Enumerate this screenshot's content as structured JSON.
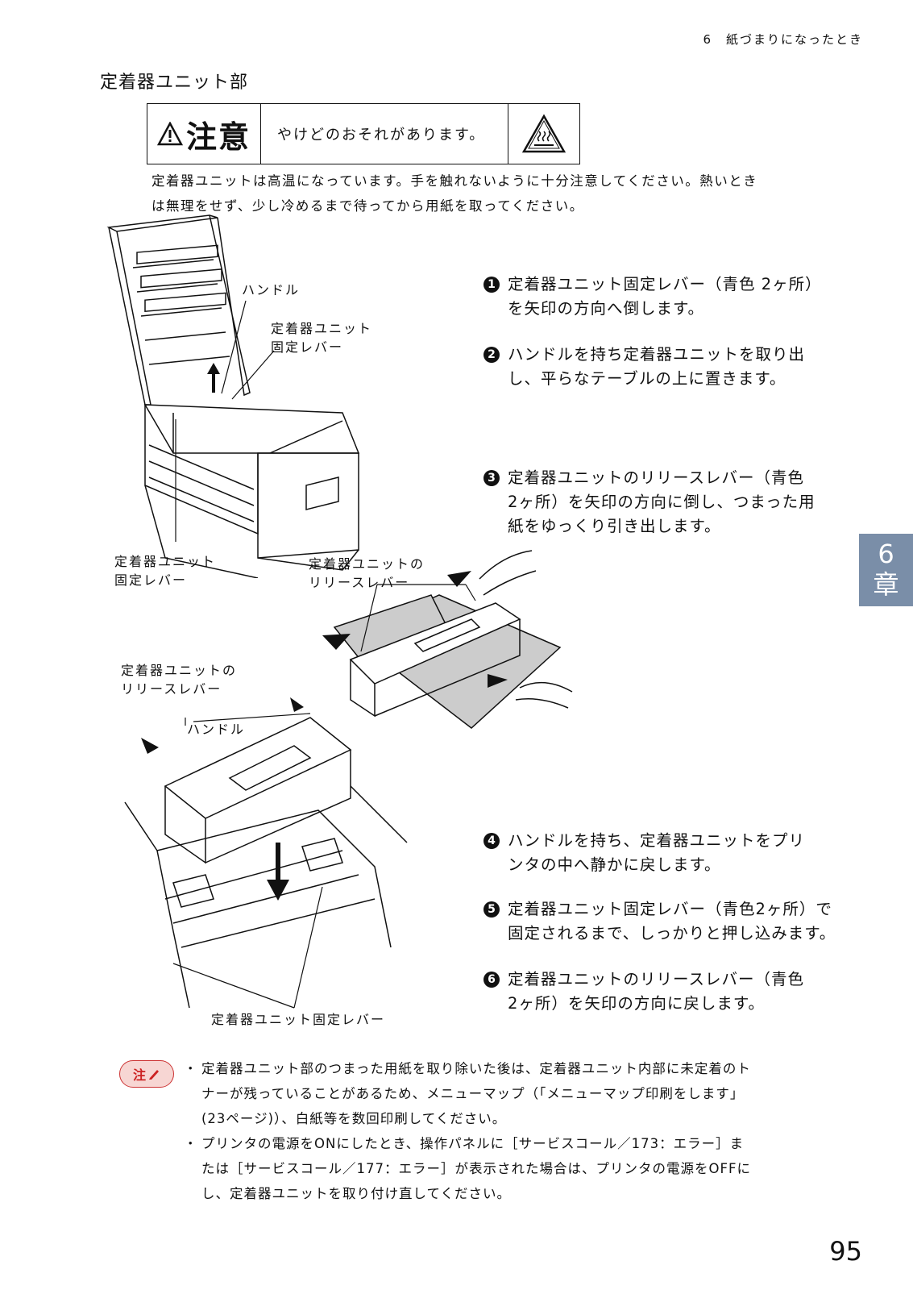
{
  "header": {
    "chapter": "6　紙づまりになったとき"
  },
  "section_title": "定着器ユニット部",
  "caution": {
    "label": "注意",
    "message": "やけどのおそれがあります。",
    "warning_icon": "warning-triangle-icon",
    "hot_surface_icon": "hot-surface-icon"
  },
  "caution_text": [
    "定着器ユニットは高温になっています。手を触れないように十分注意してください。熱いとき",
    "は無理をせず、少し冷めるまで待ってから用紙を取ってください。"
  ],
  "figure_labels": {
    "handle_top": "ハンドル",
    "fixing_lever_top": [
      "定着器ユニット",
      "固定レバー"
    ],
    "fixing_lever_left": [
      "定着器ユニット",
      "固定レバー"
    ],
    "release_lever_mid": [
      "定着器ユニットの",
      "リリースレバー"
    ],
    "release_lever_left": [
      "定着器ユニットの",
      "リリースレバー"
    ],
    "handle_bottom": "ハンドル",
    "fixing_lever_bottom": "定着器ユニット固定レバー"
  },
  "steps": [
    {
      "num": "1",
      "lines": [
        "定着器ユニット固定レバー（青色 2ヶ所）",
        "を矢印の方向へ倒します。"
      ]
    },
    {
      "num": "2",
      "lines": [
        "ハンドルを持ち定着器ユニットを取り出",
        "し、平らなテーブルの上に置きます。"
      ]
    },
    {
      "num": "3",
      "lines": [
        "定着器ユニットのリリースレバー（青色",
        "2ヶ所）を矢印の方向に倒し、つまった用",
        "紙をゆっくり引き出します。"
      ]
    },
    {
      "num": "4",
      "lines": [
        "ハンドルを持ち、定着器ユニットをプリ",
        "ンタの中へ静かに戻します。"
      ]
    },
    {
      "num": "5",
      "lines": [
        "定着器ユニット固定レバー（青色2ヶ所）で",
        "固定されるまで、しっかりと押し込みます。"
      ]
    },
    {
      "num": "6",
      "lines": [
        "定着器ユニットのリリースレバー（青色",
        "2ヶ所）を矢印の方向に戻します。"
      ]
    }
  ],
  "chapter_tab": {
    "number": "6",
    "char": "章",
    "color": "#7a8ea8"
  },
  "note": {
    "icon_label": "注",
    "icon_name": "pencil-icon",
    "color": "#cc2222",
    "items": [
      [
        "定着器ユニット部のつまった用紙を取り除いた後は、定着器ユニット内部に未定着のト",
        "ナーが残っていることがあるため、メニューマップ（「メニューマップ印刷をします」",
        "(23ページ)）、白紙等を数回印刷してください。"
      ],
      [
        "プリンタの電源をONにしたとき、操作パネルに［サービスコール／173：エラー］ま",
        "たは［サービスコール／177：エラー］が表示された場合は、プリンタの電源をOFFに",
        "し、定着器ユニットを取り付け直してください。"
      ]
    ]
  },
  "page_number": "95"
}
